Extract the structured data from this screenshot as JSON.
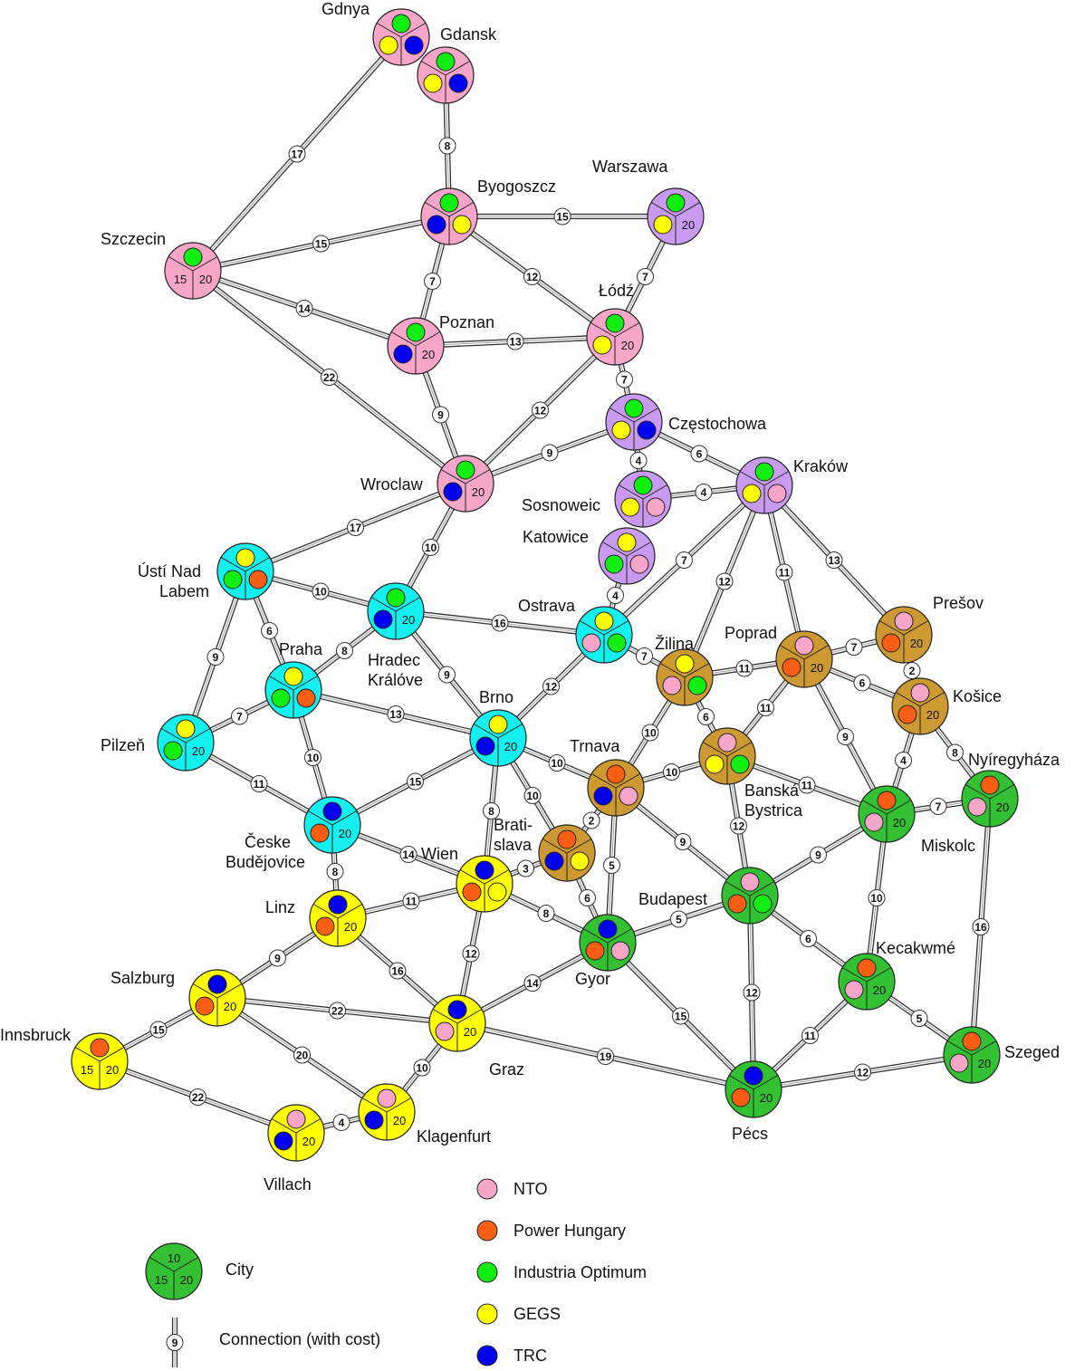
{
  "colors": {
    "nto": "#f7a6c9",
    "power_hungary": "#fa5d14",
    "industria_optimum": "#11ee11",
    "gegs": "#ffff00",
    "trc": "#0000ee",
    "region_pink": "#f7a6c9",
    "region_purple": "#c89bf0",
    "region_cyan": "#14f0f0",
    "region_brown": "#cc9933",
    "region_green": "#33c033",
    "region_yellow": "#ffff00"
  },
  "cities": [
    {
      "id": "gdnya",
      "name": "Gdnya",
      "region": "region_pink",
      "slots": [
        "industria_optimum",
        "gegs",
        "trc"
      ]
    },
    {
      "id": "gdansk",
      "name": "Gdansk",
      "region": "region_pink",
      "slots": [
        "industria_optimum",
        "gegs",
        "trc"
      ]
    },
    {
      "id": "byogoszcz",
      "name": "Byogoszcz",
      "region": "region_pink",
      "slots": [
        "industria_optimum",
        "trc",
        "gegs"
      ]
    },
    {
      "id": "warszawa",
      "name": "Warszawa",
      "region": "region_purple",
      "slots": [
        "industria_optimum",
        "gegs",
        "20"
      ]
    },
    {
      "id": "szczecin",
      "name": "Szczecin",
      "region": "region_pink",
      "slots": [
        "industria_optimum",
        "15",
        "20"
      ]
    },
    {
      "id": "lodz",
      "name": "Łódź",
      "region": "region_pink",
      "slots": [
        "industria_optimum",
        "gegs",
        "20"
      ]
    },
    {
      "id": "poznan",
      "name": "Poznan",
      "region": "region_pink",
      "slots": [
        "industria_optimum",
        "trc",
        "20"
      ]
    },
    {
      "id": "czestochowa",
      "name": "Częstochowa",
      "region": "region_purple",
      "slots": [
        "industria_optimum",
        "gegs",
        "trc"
      ]
    },
    {
      "id": "wroclaw",
      "name": "Wroclaw",
      "region": "region_pink",
      "slots": [
        "industria_optimum",
        "trc",
        "20"
      ]
    },
    {
      "id": "krakow",
      "name": "Kraków",
      "region": "region_purple",
      "slots": [
        "industria_optimum",
        "gegs",
        "nto"
      ]
    },
    {
      "id": "sosnoweic",
      "name": "Sosnoweic",
      "region": "region_purple",
      "slots": [
        "industria_optimum",
        "gegs",
        "nto"
      ]
    },
    {
      "id": "katowice",
      "name": "Katowice",
      "region": "region_purple",
      "slots": [
        "gegs",
        "industria_optimum",
        "nto"
      ]
    },
    {
      "id": "usti",
      "name": "Ústí Nad",
      "name2": "Labem",
      "region": "region_cyan",
      "slots": [
        "gegs",
        "industria_optimum",
        "power_hungary"
      ]
    },
    {
      "id": "hradec",
      "name": "Hradec",
      "name2": "Králóve",
      "region": "region_cyan",
      "slots": [
        "industria_optimum",
        "trc",
        "20"
      ]
    },
    {
      "id": "ostrava",
      "name": "Ostrava",
      "region": "region_cyan",
      "slots": [
        "gegs",
        "nto",
        "industria_optimum"
      ]
    },
    {
      "id": "presov",
      "name": "Prešov",
      "region": "region_brown",
      "slots": [
        "nto",
        "power_hungary",
        "20"
      ]
    },
    {
      "id": "poprad",
      "name": "Poprad",
      "region": "region_brown",
      "slots": [
        "nto",
        "power_hungary",
        "20"
      ]
    },
    {
      "id": "zilina",
      "name": "Žilina",
      "region": "region_brown",
      "slots": [
        "gegs",
        "nto",
        "industria_optimum"
      ]
    },
    {
      "id": "praha",
      "name": "Praha",
      "region": "region_cyan",
      "slots": [
        "gegs",
        "industria_optimum",
        "power_hungary"
      ]
    },
    {
      "id": "kosice",
      "name": "Košice",
      "region": "region_brown",
      "slots": [
        "nto",
        "power_hungary",
        "20"
      ]
    },
    {
      "id": "brno",
      "name": "Brno",
      "region": "region_cyan",
      "slots": [
        "gegs",
        "trc",
        "20"
      ]
    },
    {
      "id": "pilzen",
      "name": "Pilzeň",
      "region": "region_cyan",
      "slots": [
        "gegs",
        "industria_optimum",
        "20"
      ]
    },
    {
      "id": "banska",
      "name": "Banská",
      "name2": "Bystrica",
      "region": "region_brown",
      "slots": [
        "nto",
        "gegs",
        "industria_optimum"
      ]
    },
    {
      "id": "trnava",
      "name": "Trnava",
      "region": "region_brown",
      "slots": [
        "power_hungary",
        "trc",
        "nto"
      ]
    },
    {
      "id": "nyiregyhaza",
      "name": "Nyíregyháza",
      "region": "region_green",
      "slots": [
        "power_hungary",
        "nto",
        "20"
      ]
    },
    {
      "id": "miskolc",
      "name": "Miskolc",
      "region": "region_green",
      "slots": [
        "power_hungary",
        "nto",
        "20"
      ]
    },
    {
      "id": "budejovice",
      "name": "Česke",
      "name2": "Budějovice",
      "region": "region_cyan",
      "slots": [
        "trc",
        "power_hungary",
        "20"
      ]
    },
    {
      "id": "bratislava",
      "name": "Brati-",
      "name2": "slava",
      "region": "region_brown",
      "slots": [
        "power_hungary",
        "trc",
        "gegs"
      ]
    },
    {
      "id": "wien",
      "name": "Wien",
      "region": "region_yellow",
      "slots": [
        "trc",
        "power_hungary",
        "empty"
      ]
    },
    {
      "id": "budapest",
      "name": "Budapest",
      "region": "region_green",
      "slots": [
        "nto",
        "power_hungary",
        "industria_optimum"
      ]
    },
    {
      "id": "linz",
      "name": "Linz",
      "region": "region_yellow",
      "slots": [
        "trc",
        "power_hungary",
        "20"
      ]
    },
    {
      "id": "gyor",
      "name": "Gyor",
      "region": "region_green",
      "slots": [
        "trc",
        "power_hungary",
        "nto"
      ]
    },
    {
      "id": "kecakwme",
      "name": "Kecakwmé",
      "region": "region_green",
      "slots": [
        "power_hungary",
        "nto",
        "20"
      ]
    },
    {
      "id": "salzburg",
      "name": "Salzburg",
      "region": "region_yellow",
      "slots": [
        "trc",
        "power_hungary",
        "20"
      ]
    },
    {
      "id": "graz",
      "name": "Graz",
      "region": "region_yellow",
      "slots": [
        "trc",
        "nto",
        "20"
      ]
    },
    {
      "id": "innsbruck",
      "name": "Innsbruck",
      "region": "region_yellow",
      "slots": [
        "power_hungary",
        "15",
        "20"
      ]
    },
    {
      "id": "szeged",
      "name": "Szeged",
      "region": "region_green",
      "slots": [
        "power_hungary",
        "nto",
        "20"
      ]
    },
    {
      "id": "pecs",
      "name": "Pécs",
      "region": "region_green",
      "slots": [
        "trc",
        "power_hungary",
        "20"
      ]
    },
    {
      "id": "klagenfurt",
      "name": "Klagenfurt",
      "region": "region_yellow",
      "slots": [
        "nto",
        "trc",
        "20"
      ]
    },
    {
      "id": "villach",
      "name": "Villach",
      "region": "region_yellow",
      "slots": [
        "nto",
        "trc",
        "20"
      ]
    }
  ],
  "connections": [
    {
      "a": "gdnya",
      "b": "szczecin",
      "cost": "17"
    },
    {
      "a": "gdansk",
      "b": "byogoszcz",
      "cost": "8"
    },
    {
      "a": "byogoszcz",
      "b": "warszawa",
      "cost": "15"
    },
    {
      "a": "szczecin",
      "b": "byogoszcz",
      "cost": "15"
    },
    {
      "a": "byogoszcz",
      "b": "lodz",
      "cost": "12"
    },
    {
      "a": "byogoszcz",
      "b": "poznan",
      "cost": "7"
    },
    {
      "a": "warszawa",
      "b": "lodz",
      "cost": "7"
    },
    {
      "a": "szczecin",
      "b": "poznan",
      "cost": "14"
    },
    {
      "a": "poznan",
      "b": "lodz",
      "cost": "13"
    },
    {
      "a": "szczecin",
      "b": "wroclaw",
      "cost": "22"
    },
    {
      "a": "poznan",
      "b": "wroclaw",
      "cost": "9"
    },
    {
      "a": "lodz",
      "b": "wroclaw",
      "cost": "12"
    },
    {
      "a": "lodz",
      "b": "czestochowa",
      "cost": "7"
    },
    {
      "a": "czestochowa",
      "b": "wroclaw",
      "cost": "9"
    },
    {
      "a": "czestochowa",
      "b": "krakow",
      "cost": "6"
    },
    {
      "a": "czestochowa",
      "b": "sosnoweic",
      "cost": "4"
    },
    {
      "a": "sosnoweic",
      "b": "krakow",
      "cost": "4"
    },
    {
      "a": "wroclaw",
      "b": "usti",
      "cost": "17"
    },
    {
      "a": "wroclaw",
      "b": "hradec",
      "cost": "10"
    },
    {
      "a": "katowice",
      "b": "ostrava",
      "cost": "4"
    },
    {
      "a": "krakow",
      "b": "ostrava",
      "cost": "7"
    },
    {
      "a": "krakow",
      "b": "zilina",
      "cost": "12"
    },
    {
      "a": "krakow",
      "b": "poprad",
      "cost": "11"
    },
    {
      "a": "krakow",
      "b": "presov",
      "cost": "13"
    },
    {
      "a": "usti",
      "b": "hradec",
      "cost": "10"
    },
    {
      "a": "usti",
      "b": "praha",
      "cost": "6"
    },
    {
      "a": "usti",
      "b": "pilzen",
      "cost": "9"
    },
    {
      "a": "hradec",
      "b": "ostrava",
      "cost": "16"
    },
    {
      "a": "hradec",
      "b": "praha",
      "cost": "8"
    },
    {
      "a": "hradec",
      "b": "brno",
      "cost": "9"
    },
    {
      "a": "ostrava",
      "b": "zilina",
      "cost": "7"
    },
    {
      "a": "ostrava",
      "b": "brno",
      "cost": "12"
    },
    {
      "a": "zilina",
      "b": "poprad",
      "cost": "11"
    },
    {
      "a": "poprad",
      "b": "presov",
      "cost": "7"
    },
    {
      "a": "presov",
      "b": "kosice",
      "cost": "2"
    },
    {
      "a": "poprad",
      "b": "kosice",
      "cost": "6"
    },
    {
      "a": "praha",
      "b": "pilzen",
      "cost": "7"
    },
    {
      "a": "praha",
      "b": "brno",
      "cost": "13"
    },
    {
      "a": "praha",
      "b": "budejovice",
      "cost": "10"
    },
    {
      "a": "pilzen",
      "b": "budejovice",
      "cost": "11"
    },
    {
      "a": "zilina",
      "b": "banska",
      "cost": "6"
    },
    {
      "a": "zilina",
      "b": "trnava",
      "cost": "10"
    },
    {
      "a": "poprad",
      "b": "banska",
      "cost": "11"
    },
    {
      "a": "poprad",
      "b": "miskolc",
      "cost": "9"
    },
    {
      "a": "kosice",
      "b": "miskolc",
      "cost": "4"
    },
    {
      "a": "kosice",
      "b": "nyiregyhaza",
      "cost": "8"
    },
    {
      "a": "brno",
      "b": "trnava",
      "cost": "10"
    },
    {
      "a": "brno",
      "b": "bratislava",
      "cost": "10"
    },
    {
      "a": "brno",
      "b": "budejovice",
      "cost": "15"
    },
    {
      "a": "brno",
      "b": "wien",
      "cost": "8"
    },
    {
      "a": "trnava",
      "b": "banska",
      "cost": "10"
    },
    {
      "a": "trnava",
      "b": "bratislava",
      "cost": "2"
    },
    {
      "a": "trnava",
      "b": "gyor",
      "cost": "5"
    },
    {
      "a": "trnava",
      "b": "budapest",
      "cost": "9"
    },
    {
      "a": "banska",
      "b": "miskolc",
      "cost": "11"
    },
    {
      "a": "banska",
      "b": "budapest",
      "cost": "12"
    },
    {
      "a": "miskolc",
      "b": "nyiregyhaza",
      "cost": "7"
    },
    {
      "a": "miskolc",
      "b": "budapest",
      "cost": "9"
    },
    {
      "a": "miskolc",
      "b": "kecakwme",
      "cost": "10"
    },
    {
      "a": "nyiregyhaza",
      "b": "szeged",
      "cost": "16"
    },
    {
      "a": "budejovice",
      "b": "linz",
      "cost": "8"
    },
    {
      "a": "budejovice",
      "b": "wien",
      "cost": "14"
    },
    {
      "a": "bratislava",
      "b": "wien",
      "cost": "3"
    },
    {
      "a": "bratislava",
      "b": "gyor",
      "cost": "6"
    },
    {
      "a": "wien",
      "b": "linz",
      "cost": "11"
    },
    {
      "a": "wien",
      "b": "gyor",
      "cost": "8"
    },
    {
      "a": "wien",
      "b": "graz",
      "cost": "12"
    },
    {
      "a": "gyor",
      "b": "budapest",
      "cost": "5"
    },
    {
      "a": "gyor",
      "b": "graz",
      "cost": "14"
    },
    {
      "a": "gyor",
      "b": "pecs",
      "cost": "15"
    },
    {
      "a": "budapest",
      "b": "kecakwme",
      "cost": "6"
    },
    {
      "a": "budapest",
      "b": "pecs",
      "cost": "12"
    },
    {
      "a": "kecakwme",
      "b": "szeged",
      "cost": "5"
    },
    {
      "a": "kecakwme",
      "b": "pecs",
      "cost": "11"
    },
    {
      "a": "pecs",
      "b": "szeged",
      "cost": "12"
    },
    {
      "a": "graz",
      "b": "pecs",
      "cost": "19"
    },
    {
      "a": "linz",
      "b": "salzburg",
      "cost": "9"
    },
    {
      "a": "linz",
      "b": "graz",
      "cost": "16"
    },
    {
      "a": "salzburg",
      "b": "graz",
      "cost": "22"
    },
    {
      "a": "salzburg",
      "b": "innsbruck",
      "cost": "15"
    },
    {
      "a": "salzburg",
      "b": "klagenfurt",
      "cost": "20"
    },
    {
      "a": "graz",
      "b": "klagenfurt",
      "cost": "10"
    },
    {
      "a": "innsbruck",
      "b": "villach",
      "cost": "22"
    },
    {
      "a": "villach",
      "b": "klagenfurt",
      "cost": "4"
    }
  ],
  "legend": {
    "companies": [
      {
        "color": "nto",
        "label": "NTO"
      },
      {
        "color": "power_hungary",
        "label": "Power Hungary"
      },
      {
        "color": "industria_optimum",
        "label": "Industria Optimum"
      },
      {
        "color": "gegs",
        "label": "GEGS"
      },
      {
        "color": "trc",
        "label": "TRC"
      }
    ],
    "city_example": {
      "region": "region_green",
      "slots": [
        "10",
        "15",
        "20"
      ],
      "label": "City"
    },
    "connection_example": {
      "cost": "9",
      "label": "Connection (with cost)"
    }
  }
}
